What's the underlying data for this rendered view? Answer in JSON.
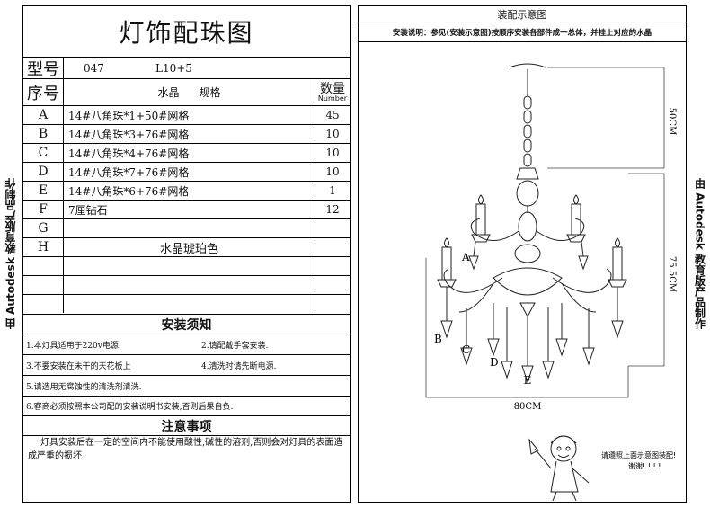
{
  "side_text": {
    "left": "由 Autodesk 教育版产品制作",
    "right": "由 Autodesk 教育版产品制作"
  },
  "title": "灯饰配珠图",
  "model": {
    "label": "型号",
    "value": "047",
    "spec": "L10+5"
  },
  "table_header": {
    "seq": "序号",
    "crystal": "水晶",
    "spec": "规格",
    "qty": "数量",
    "qty_sub": "Number"
  },
  "rows": [
    {
      "id": "A",
      "desc": "14#八角珠*1+50#网格",
      "qty": "45"
    },
    {
      "id": "B",
      "desc": "14#八角珠*3+76#网格",
      "qty": "10"
    },
    {
      "id": "C",
      "desc": "14#八角珠*4+76#网格",
      "qty": "10"
    },
    {
      "id": "D",
      "desc": "14#八角珠*7+76#网格",
      "qty": "10"
    },
    {
      "id": "E",
      "desc": "14#八角珠*6+76#网格",
      "qty": "1"
    },
    {
      "id": "F",
      "desc": "7厘钻石",
      "qty": "12"
    },
    {
      "id": "G",
      "desc": "",
      "qty": ""
    },
    {
      "id": "H",
      "desc": "水晶琥珀色",
      "qty": ""
    },
    {
      "id": "",
      "desc": "",
      "qty": ""
    },
    {
      "id": "",
      "desc": "",
      "qty": ""
    },
    {
      "id": "",
      "desc": "",
      "qty": ""
    }
  ],
  "notes_title": "安装须知",
  "notes": [
    "1.本灯具适用于220v电源.",
    "2.请配戴手套安装.",
    "3.不要安装在未干的天花板上",
    "4.清洗时请先断电源.",
    "5.请选用无腐蚀性的清洗剂清洗.",
    "6.客商必须按照本公司配的安装说明书安装,否则后果自负."
  ],
  "warning_title": "注意事项",
  "warning_text": "灯具安装后在一定的空间内不能使用酸性,碱性的溶剂,否则会对灯具的表面造成严重的损坏",
  "diagram": {
    "title": "装配示意图",
    "instruction": "安装说明：参见(安装示意图)按顺序安装各部件成一总体，并挂上对应的水晶",
    "dim_top": "50CM",
    "dim_side": "75.5CM",
    "dim_width": "80CM",
    "labels": [
      "A",
      "B",
      "C",
      "D",
      "E"
    ],
    "cartoon_line1": "请遵照上面示意图装配!",
    "cartoon_line2": "谢谢! ! ! !"
  }
}
